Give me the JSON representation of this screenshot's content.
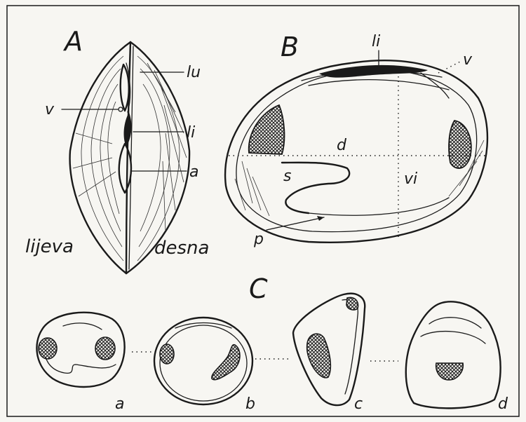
{
  "figures": {
    "A": {
      "title": "A",
      "labels": {
        "lu": "lu",
        "v": "v",
        "li": "li",
        "a": "a"
      },
      "side_left": "lijeva",
      "side_right": "desna"
    },
    "B": {
      "title": "B",
      "labels": {
        "li": "li",
        "v": "v",
        "d": "d",
        "s": "s",
        "vi": "vi",
        "p": "p"
      }
    },
    "C": {
      "title": "C",
      "sections": [
        "a",
        "b",
        "c",
        "d"
      ]
    }
  },
  "colors": {
    "ink": "#1a1a1a",
    "paper": "#f7f6f2"
  }
}
